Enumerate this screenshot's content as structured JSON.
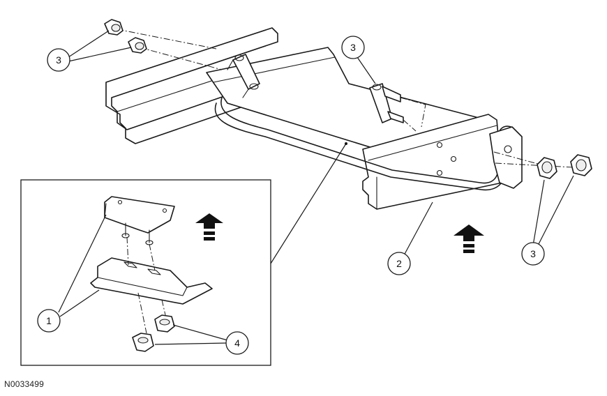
{
  "callouts": [
    {
      "id": "c3-top-left",
      "label": "3"
    },
    {
      "id": "c3-top-mid",
      "label": "3"
    },
    {
      "id": "c2",
      "label": "2"
    },
    {
      "id": "c3-right",
      "label": "3"
    },
    {
      "id": "c1",
      "label": "1"
    },
    {
      "id": "c4",
      "label": "4"
    }
  ],
  "figure_id": "N0033499",
  "colors": {
    "line": "#1a1a1a",
    "background": "#ffffff"
  },
  "icons": {
    "direction_arrow": "up-arrow-icon"
  }
}
